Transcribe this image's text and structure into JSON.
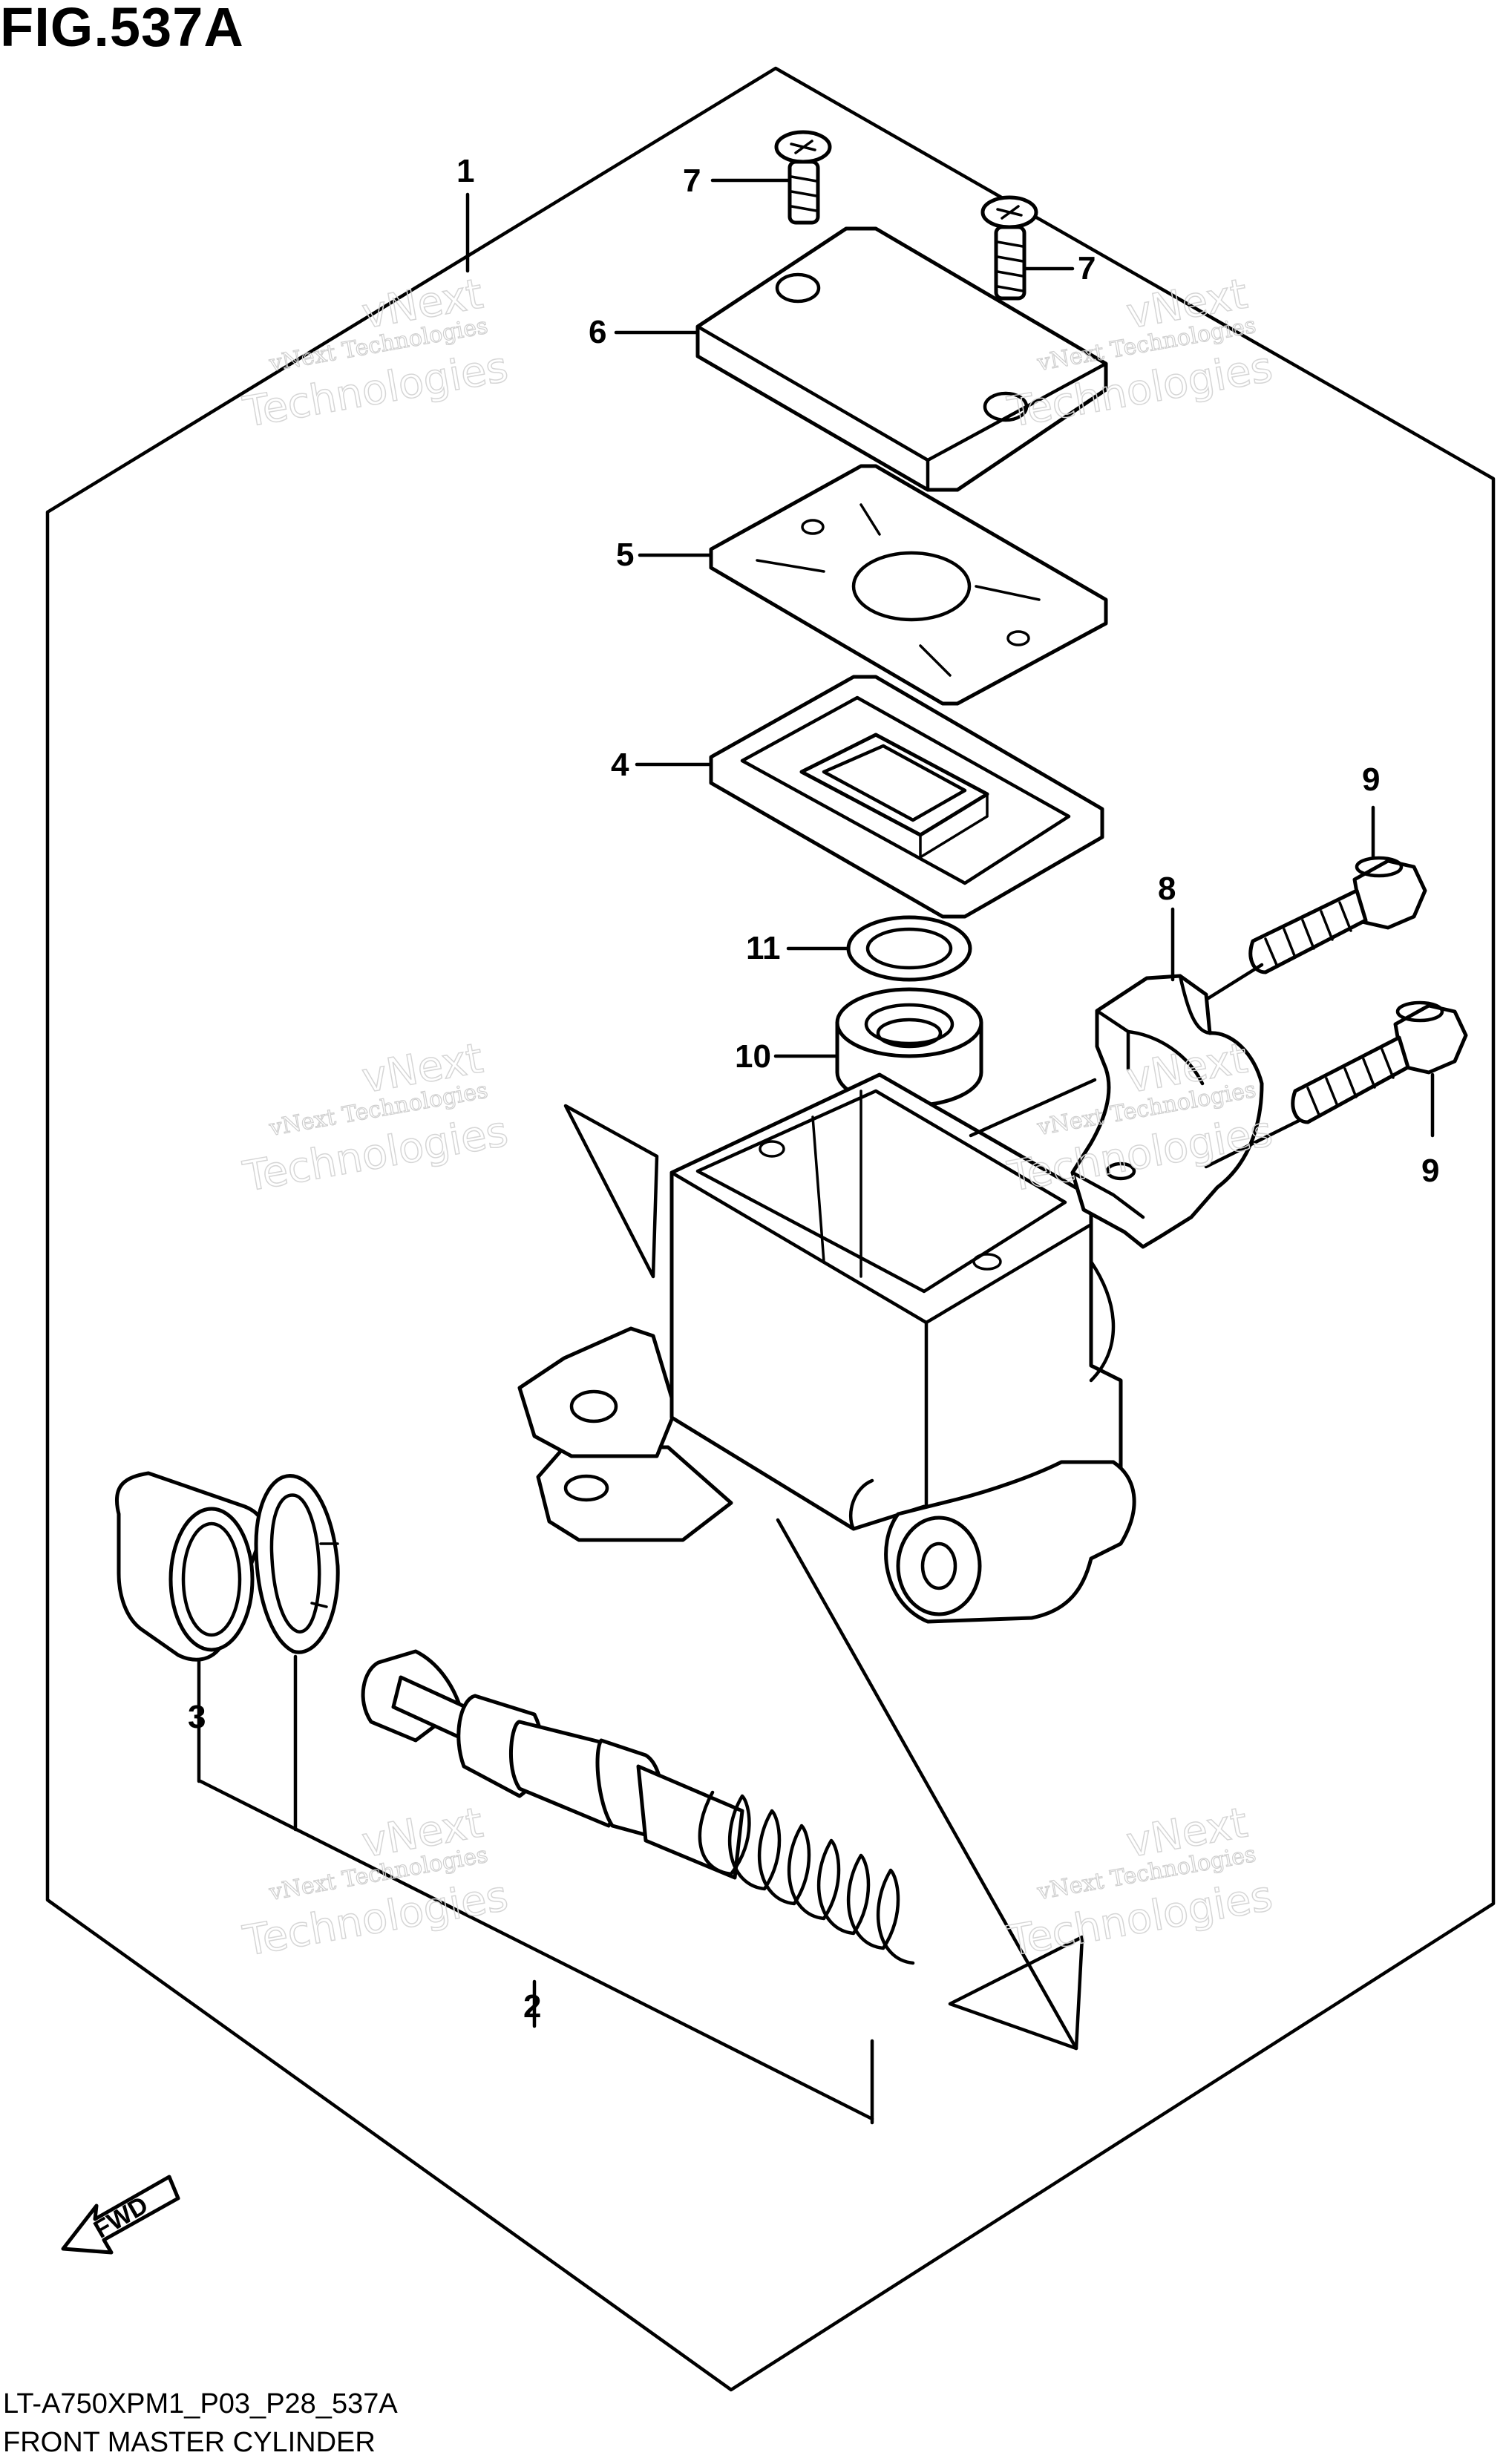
{
  "figure_title": "FIG.537A",
  "footer": {
    "code": "LT-A750XPM1_P03_P28_537A",
    "name": "FRONT MASTER CYLINDER"
  },
  "callouts": {
    "c1": "1",
    "c2": "2",
    "c3": "3",
    "c4": "4",
    "c5": "5",
    "c6": "6",
    "c7a": "7",
    "c7b": "7",
    "c8": "8",
    "c9a": "9",
    "c9b": "9",
    "c10": "10",
    "c11": "11"
  },
  "watermark": {
    "line1": "vNext Technologies",
    "line2": "vNext",
    "line3": "Technologies"
  },
  "fwd_label": "FWD"
}
